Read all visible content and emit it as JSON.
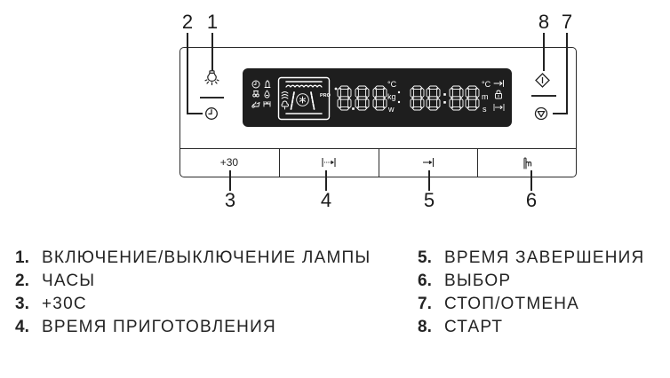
{
  "callouts": {
    "top": [
      "2",
      "1",
      "8",
      "7"
    ],
    "bottom": [
      "3",
      "4",
      "5",
      "6"
    ]
  },
  "panel": {
    "lamp_button": {
      "icon": "lamp-icon"
    },
    "clock_button": {
      "icon": "clock-icon"
    },
    "start_button": {
      "icon": "start-icon"
    },
    "stop_button": {
      "icon": "stop-icon"
    },
    "buttons": [
      {
        "label": "+30",
        "icon": ""
      },
      {
        "label": "",
        "icon": "cooking-time-icon"
      },
      {
        "label": "",
        "icon": "end-time-icon"
      },
      {
        "label": "",
        "icon": "selection-hand-icon"
      }
    ],
    "display": {
      "status_icons": [
        "clock-icon",
        "bell-icon",
        "defrost-icon",
        "water-drop-icon",
        "cleaning-icon",
        "timer-icon"
      ],
      "oven_program": {
        "label": "PRO"
      },
      "left_value": "8.88",
      "left_units": [
        "°C",
        "kg",
        "w"
      ],
      "right_value": "88:88",
      "right_units": [
        "°C",
        "m",
        "s"
      ],
      "right_icons": [
        "end-time-icon",
        "lock-icon",
        "cooking-time-icon"
      ],
      "background_color": "#1e1e1e",
      "segment_color": "#ffffff"
    }
  },
  "legend": [
    {
      "num": "1.",
      "text": "ВКЛЮЧЕНИЕ/ВЫКЛЮЧЕНИЕ ЛАМПЫ"
    },
    {
      "num": "2.",
      "text": "ЧАСЫ"
    },
    {
      "num": "3.",
      "text": "+30C"
    },
    {
      "num": "4.",
      "text": "ВРЕМЯ ПРИГОТОВЛЕНИЯ"
    },
    {
      "num": "5.",
      "text": "ВРЕМЯ ЗАВЕРШЕНИЯ"
    },
    {
      "num": "6.",
      "text": "ВЫБОР"
    },
    {
      "num": "7.",
      "text": "СТОП/ОТМЕНА"
    },
    {
      "num": "8.",
      "text": "СТАРТ"
    }
  ]
}
